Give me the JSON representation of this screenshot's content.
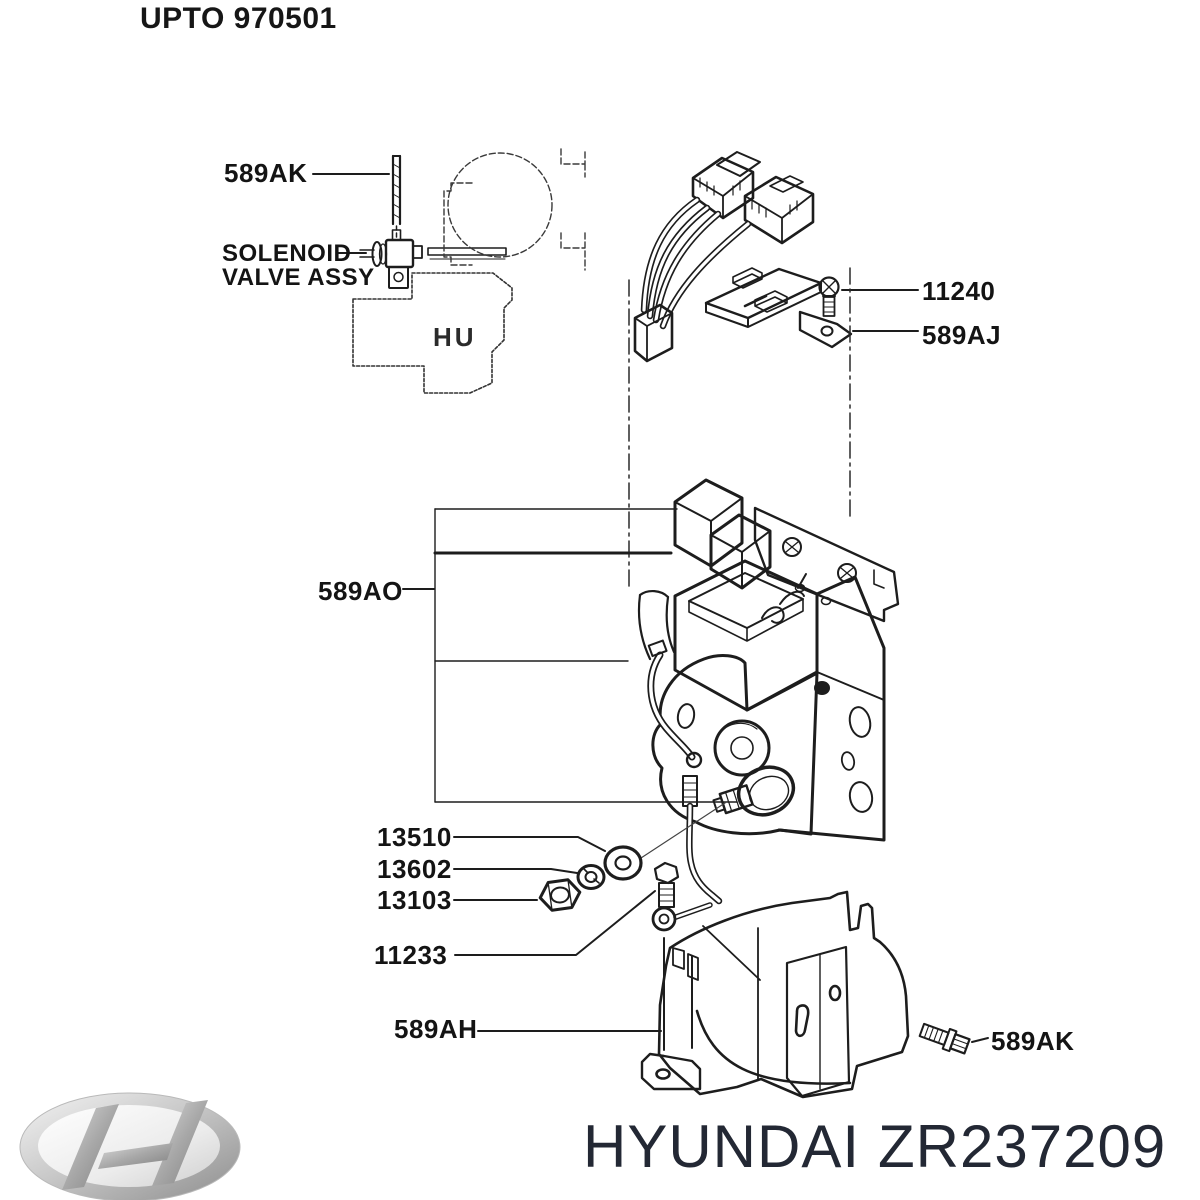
{
  "header": {
    "note": "UPTO 970501"
  },
  "labels": {
    "bolt_top": "589AK",
    "solenoid_line1": "SOLENOID",
    "solenoid_line2": "VALVE ASSY",
    "hydraulic_unit_abbr": "HU",
    "screw": "11240",
    "bracket_plate": "589AJ",
    "abs_assembly": "589AO",
    "washer": "13510",
    "spring_washer": "13602",
    "nut": "13103",
    "connector_bolt": "11233",
    "cover_bracket": "589AH",
    "bolt_bottom": "589AK"
  },
  "footer": {
    "brand": "HYUNDAI",
    "part_code": "ZR237209"
  },
  "colors": {
    "line": "#1d1d1d",
    "background": "#ffffff",
    "label_text": "#141414",
    "footer_text": "#232834",
    "logo_silver_light": "#f4f4f4",
    "logo_silver_dark": "#8d8d8d"
  }
}
